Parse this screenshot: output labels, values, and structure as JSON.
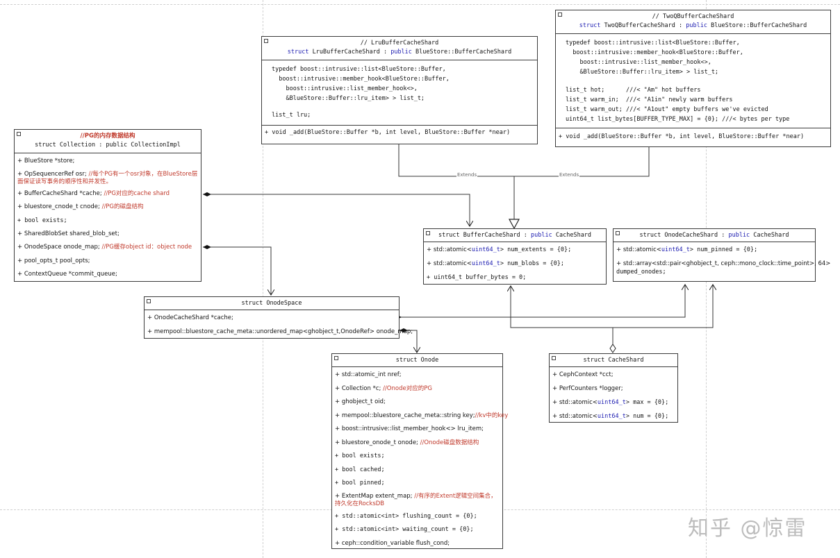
{
  "watermark": "知乎 @惊雷",
  "extends_label": "Extends",
  "two_q": {
    "comment": "// TwoQBufferCacheShard",
    "decl_kw": "struct",
    "decl_rest": " TwoQBufferCacheShard : ",
    "decl_kw2": "public",
    "decl_base": " BlueStore::BufferCacheShard",
    "typedef_lines": [
      "typedef boost::intrusive::list<BlueStore::Buffer,",
      "  boost::intrusive::member_hook<BlueStore::Buffer,",
      "    boost::intrusive::list_member_hook<>,",
      "    &BlueStore::Buffer::lru_item> > list_t;"
    ],
    "members": [
      {
        "code": "list_t hot;      ",
        "comment": "///< \"Am\" hot buffers"
      },
      {
        "code": "list_t warm_in;  ",
        "comment": "///< \"A1in\" newly warm buffers"
      },
      {
        "code": "list_t warm_out; ",
        "comment": "///< \"A1out\" empty buffers we've evicted"
      },
      {
        "code": "uint64_t list_bytes[BUFFER_TYPE_MAX] = {0}; ",
        "comment": "///< bytes per type"
      }
    ],
    "method": "+ void _add(BlueStore::Buffer *b, int level, BlueStore::Buffer *near)"
  },
  "lru": {
    "comment": "// LruBufferCacheShard",
    "decl_kw": "struct",
    "decl_rest": " LruBufferCacheShard : ",
    "decl_kw2": "public",
    "decl_base": " BlueStore::BufferCacheShard",
    "typedef_lines": [
      "typedef boost::intrusive::list<BlueStore::Buffer,",
      "  boost::intrusive::member_hook<BlueStore::Buffer,",
      "    boost::intrusive::list_member_hook<>,",
      "    &BlueStore::Buffer::lru_item> > list_t;"
    ],
    "member": "list_t lru;",
    "method": "+ void _add(BlueStore::Buffer *b, int level, BlueStore::Buffer *near)"
  },
  "collection": {
    "title": "//PG的内存数据结构",
    "decl": "struct Collection : public CollectionImpl",
    "rows": [
      {
        "text": "+ BlueStore *store;",
        "comment": ""
      },
      {
        "text": "+ OpSequencerRef osr;  ",
        "comment": "//每个PG有一个osr对象，在BlueStore层面保证读写事务的顺序性和并发性。"
      },
      {
        "text": "+ BufferCacheShard *cache;  ",
        "comment": "//PG对应的cache shard"
      },
      {
        "text": "+ bluestore_cnode_t cnode;  ",
        "comment": "//PG的磁盘结构"
      },
      {
        "text": "+ bool exists;",
        "comment": ""
      },
      {
        "text": "+ SharedBlobSet shared_blob_set;",
        "comment": ""
      },
      {
        "text": "+ OnodeSpace onode_map;  ",
        "comment": "//PG缓存object id：object node"
      },
      {
        "text": "+ pool_opts_t pool_opts;",
        "comment": ""
      },
      {
        "text": "+ ContextQueue *commit_queue;",
        "comment": ""
      }
    ]
  },
  "buffer_cache_shard": {
    "title_kw": "struct",
    "title_rest": " BufferCacheShard : ",
    "title_kw2": "public",
    "title_base": " CacheShard",
    "rows": [
      [
        "+ std::atomic<",
        "uint64_t",
        "> num_extents = {0};"
      ],
      [
        "+ std::atomic<",
        "uint64_t",
        "> num_blobs = {0};"
      ],
      [
        "+ uint64_t buffer_bytes = 0;",
        "",
        ""
      ]
    ]
  },
  "onode_cache_shard": {
    "title_kw": "struct",
    "title_rest": " OnodeCacheShard : ",
    "title_kw2": "public",
    "title_base": " CacheShard",
    "rows": [
      [
        "+ std::atomic<",
        "uint64_t",
        "> num_pinned = {0};"
      ],
      [
        "+ std::array<std::pair<ghobject_t, ceph::mono_clock::time_point>, 64>",
        "",
        ""
      ],
      [
        "dumped_onodes;",
        "",
        ""
      ]
    ]
  },
  "onode_space": {
    "title": "struct OnodeSpace",
    "rows": [
      "+ OnodeCacheShard *cache;",
      "+ mempool::bluestore_cache_meta::unordered_map<ghobject_t,OnodeRef> onode_map;"
    ]
  },
  "cache_shard": {
    "title": "struct CacheShard",
    "rows": [
      [
        "+ CephContext *cct;",
        "",
        ""
      ],
      [
        "+ PerfCounters *logger;",
        "",
        ""
      ],
      [
        "+ std::atomic<",
        "uint64_t",
        "> max = {0};"
      ],
      [
        "+ std::atomic<",
        "uint64_t",
        "> num = {0};"
      ]
    ]
  },
  "onode": {
    "title": "struct Onode",
    "rows": [
      {
        "text": "+ std::atomic_int nref;",
        "comment": "",
        "mono": false
      },
      {
        "text": "+ Collection *c; ",
        "comment": "//Onode对应的PG",
        "mono": false
      },
      {
        "text": "+ ghobject_t oid;",
        "comment": "",
        "mono": false
      },
      {
        "text": "+ mempool::bluestore_cache_meta::string key;",
        "comment": "//kv中的key",
        "mono": false
      },
      {
        "text": "+ boost::intrusive::list_member_hook<> lru_item;",
        "comment": "",
        "mono": false
      },
      {
        "text": "+ bluestore_onode_t onode; ",
        "comment": "//Onode磁盘数据结构",
        "mono": false
      },
      {
        "text": "+ bool exists;",
        "comment": "",
        "mono": true
      },
      {
        "text": "+ bool cached;",
        "comment": "",
        "mono": true
      },
      {
        "text": "+ bool pinned;",
        "comment": "",
        "mono": true
      },
      {
        "text": "+ ExtentMap extent_map; ",
        "comment": "//有序的Extent逻辑空间集合，持久化在RocksDB",
        "mono": false
      },
      {
        "text": "+ std::atomic<int> flushing_count = {0};",
        "comment": "",
        "mono": true
      },
      {
        "text": "+ std::atomic<int> waiting_count = {0};",
        "comment": "",
        "mono": true
      },
      {
        "text": "+ ceph::condition_variable flush_cond;",
        "comment": "",
        "mono": false
      }
    ]
  }
}
